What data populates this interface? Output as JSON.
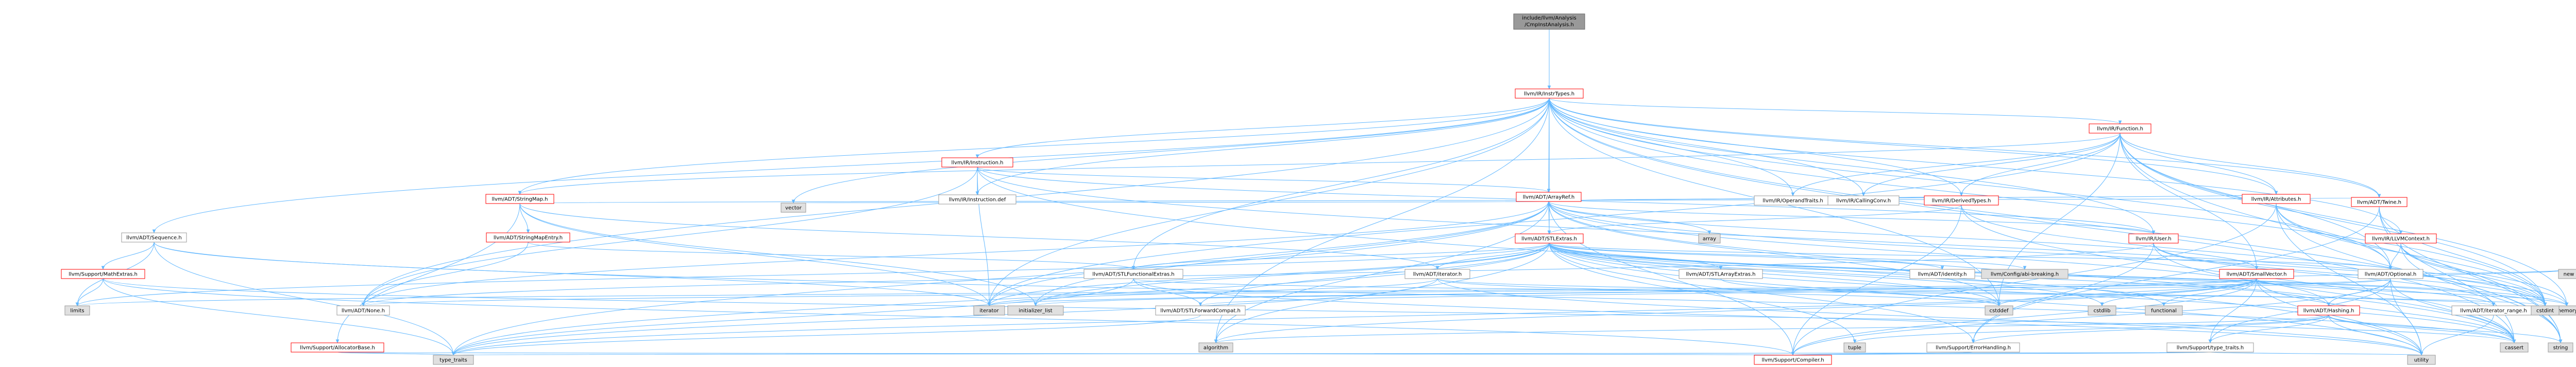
{
  "title": "llvm/include/llvm/Analysis/CmpInstAnalysis.h include dependency graph",
  "colors": {
    "root_fill": "#999999",
    "root_border": "#666666",
    "red_border": "#ff0000",
    "gray_border": "#999999",
    "white_fill": "#ffffff",
    "gray_fill": "#e0e0e0",
    "edge_color": "#63b8ff"
  },
  "nodes": [
    {
      "id": "root",
      "label": [
        "include/llvm/Analysis",
        "/CmpInstAnalysis.h"
      ],
      "kind": "root"
    },
    {
      "id": "instrtypes",
      "label": [
        "llvm/IR/InstrTypes.h"
      ],
      "kind": "red"
    },
    {
      "id": "function",
      "label": [
        "llvm/IR/Function.h"
      ],
      "kind": "red"
    },
    {
      "id": "instruction",
      "label": [
        "llvm/IR/Instruction.h"
      ],
      "kind": "red"
    },
    {
      "id": "stringmap",
      "label": [
        "llvm/ADT/StringMap.h"
      ],
      "kind": "red"
    },
    {
      "id": "arrayref",
      "label": [
        "llvm/ADT/ArrayRef.h"
      ],
      "kind": "red"
    },
    {
      "id": "operandtraits",
      "label": [
        "llvm/IR/OperandTraits.h"
      ],
      "kind": "gray"
    },
    {
      "id": "callingconv",
      "label": [
        "llvm/IR/CallingConv.h"
      ],
      "kind": "gray"
    },
    {
      "id": "derivedtypes",
      "label": [
        "llvm/IR/DerivedTypes.h"
      ],
      "kind": "red"
    },
    {
      "id": "attributes",
      "label": [
        "llvm/IR/Attributes.h"
      ],
      "kind": "red"
    },
    {
      "id": "sequence",
      "label": [
        "llvm/ADT/Sequence.h"
      ],
      "kind": "gray"
    },
    {
      "id": "instructiondef",
      "label": [
        "llvm/IR/Instruction.def"
      ],
      "kind": "gray"
    },
    {
      "id": "stlextras",
      "label": [
        "llvm/ADT/STLExtras.h"
      ],
      "kind": "red"
    },
    {
      "id": "user",
      "label": [
        "llvm/IR/User.h"
      ],
      "kind": "red"
    },
    {
      "id": "llvmcontext",
      "label": [
        "llvm/IR/LLVMContext.h"
      ],
      "kind": "red"
    },
    {
      "id": "twine",
      "label": [
        "llvm/ADT/Twine.h"
      ],
      "kind": "red"
    },
    {
      "id": "mathextras",
      "label": [
        "llvm/Support/MathExtras.h"
      ],
      "kind": "red"
    },
    {
      "id": "stringmapentry",
      "label": [
        "llvm/ADT/StringMapEntry.h"
      ],
      "kind": "red"
    },
    {
      "id": "vector",
      "label": [
        "vector"
      ],
      "kind": "gray_fill"
    },
    {
      "id": "array",
      "label": [
        "array"
      ],
      "kind": "gray_fill"
    },
    {
      "id": "stlfunctionalextras",
      "label": [
        "llvm/ADT/STLFunctionalExtras.h"
      ],
      "kind": "gray"
    },
    {
      "id": "iterator",
      "label": [
        "llvm/ADT/iterator.h"
      ],
      "kind": "gray"
    },
    {
      "id": "stlarrayextras",
      "label": [
        "llvm/ADT/STLArrayExtras.h"
      ],
      "kind": "gray"
    },
    {
      "id": "identity",
      "label": [
        "llvm/ADT/identity.h"
      ],
      "kind": "gray"
    },
    {
      "id": "configbreaking",
      "label": [
        "llvm/Config/abi-breaking.h"
      ],
      "kind": "gray_fill"
    },
    {
      "id": "smallvector",
      "label": [
        "llvm/ADT/SmallVector.h"
      ],
      "kind": "red"
    },
    {
      "id": "optional",
      "label": [
        "llvm/ADT/Optional.h"
      ],
      "kind": "gray"
    },
    {
      "id": "hashing",
      "label": [
        "llvm/ADT/Hashing.h"
      ],
      "kind": "red"
    },
    {
      "id": "iteratorrange",
      "label": [
        "llvm/ADT/iterator_range.h"
      ],
      "kind": "gray"
    },
    {
      "id": "none",
      "label": [
        "llvm/ADT/None.h"
      ],
      "kind": "gray"
    },
    {
      "id": "stlforwardcompat",
      "label": [
        "llvm/ADT/STLForwardCompat.h"
      ],
      "kind": "gray"
    },
    {
      "id": "allocatorbase",
      "label": [
        "llvm/Support/AllocatorBase.h"
      ],
      "kind": "red"
    },
    {
      "id": "limits",
      "label": [
        "limits"
      ],
      "kind": "gray_fill"
    },
    {
      "id": "iteratorstd",
      "label": [
        "iterator"
      ],
      "kind": "gray_fill"
    },
    {
      "id": "initlist",
      "label": [
        "initializer_list"
      ],
      "kind": "gray_fill"
    },
    {
      "id": "cstddef",
      "label": [
        "cstddef"
      ],
      "kind": "gray_fill"
    },
    {
      "id": "cstdlib",
      "label": [
        "cstdlib"
      ],
      "kind": "gray_fill"
    },
    {
      "id": "functional",
      "label": [
        "functional"
      ],
      "kind": "gray_fill"
    },
    {
      "id": "new",
      "label": [
        "new"
      ],
      "kind": "gray_fill"
    },
    {
      "id": "memory",
      "label": [
        "memory"
      ],
      "kind": "gray_fill"
    },
    {
      "id": "cstdint",
      "label": [
        "cstdint"
      ],
      "kind": "gray_fill"
    },
    {
      "id": "errorhandling",
      "label": [
        "llvm/Support/ErrorHandling.h"
      ],
      "kind": "gray"
    },
    {
      "id": "typetraitsllvm",
      "label": [
        "llvm/Support/type_traits.h"
      ],
      "kind": "gray"
    },
    {
      "id": "algorithm",
      "label": [
        "algorithm"
      ],
      "kind": "gray_fill"
    },
    {
      "id": "tuple",
      "label": [
        "tuple"
      ],
      "kind": "gray_fill"
    },
    {
      "id": "cassert",
      "label": [
        "cassert"
      ],
      "kind": "gray_fill"
    },
    {
      "id": "string",
      "label": [
        "string"
      ],
      "kind": "gray_fill"
    },
    {
      "id": "typetraits",
      "label": [
        "type_traits"
      ],
      "kind": "gray_fill"
    },
    {
      "id": "compiler",
      "label": [
        "llvm/Support/Compiler.h"
      ],
      "kind": "red"
    },
    {
      "id": "utility",
      "label": [
        "utility"
      ],
      "kind": "gray_fill"
    }
  ],
  "edges": [
    [
      "root",
      "instrtypes"
    ],
    [
      "instrtypes",
      "function"
    ],
    [
      "instrtypes",
      "instruction"
    ],
    [
      "instrtypes",
      "stringmap"
    ],
    [
      "instrtypes",
      "arrayref"
    ],
    [
      "instrtypes",
      "operandtraits"
    ],
    [
      "instrtypes",
      "callingconv"
    ],
    [
      "instrtypes",
      "derivedtypes"
    ],
    [
      "instrtypes",
      "attributes"
    ],
    [
      "instrtypes",
      "sequence"
    ],
    [
      "instrtypes",
      "instructiondef"
    ],
    [
      "instrtypes",
      "stlextras"
    ],
    [
      "instrtypes",
      "user"
    ],
    [
      "instrtypes",
      "llvmcontext"
    ],
    [
      "instrtypes",
      "twine"
    ],
    [
      "instrtypes",
      "optional"
    ],
    [
      "instrtypes",
      "none"
    ],
    [
      "instrtypes",
      "vector"
    ],
    [
      "instrtypes",
      "iteratorstd"
    ],
    [
      "instrtypes",
      "cstddef"
    ],
    [
      "instrtypes",
      "cstdint"
    ],
    [
      "instrtypes",
      "cassert"
    ],
    [
      "instrtypes",
      "string"
    ],
    [
      "instrtypes",
      "algorithm"
    ],
    [
      "instrtypes",
      "stlfunctionalextras"
    ],
    [
      "function",
      "operandtraits"
    ],
    [
      "function",
      "callingconv"
    ],
    [
      "function",
      "derivedtypes"
    ],
    [
      "function",
      "attributes"
    ],
    [
      "function",
      "twine"
    ],
    [
      "function",
      "optional"
    ],
    [
      "function",
      "iteratorstd"
    ],
    [
      "function",
      "cstddef"
    ],
    [
      "function",
      "cstdint"
    ],
    [
      "function",
      "memory"
    ],
    [
      "function",
      "string"
    ],
    [
      "function",
      "stringmap"
    ],
    [
      "function",
      "smallvector"
    ],
    [
      "instruction",
      "arrayref"
    ],
    [
      "instruction",
      "instructiondef"
    ],
    [
      "instruction",
      "user"
    ],
    [
      "instruction",
      "iteratorstd"
    ],
    [
      "instruction",
      "cstdint"
    ],
    [
      "instruction",
      "utility"
    ],
    [
      "instruction",
      "none"
    ],
    [
      "stringmap",
      "stringmapentry"
    ],
    [
      "stringmap",
      "iterator"
    ],
    [
      "stringmap",
      "allocatorbase"
    ],
    [
      "stringmap",
      "initlist"
    ],
    [
      "stringmap",
      "iteratorstd"
    ],
    [
      "stringmapentry",
      "none"
    ],
    [
      "stringmapentry",
      "stlfunctionalextras"
    ],
    [
      "arrayref",
      "stlextras"
    ],
    [
      "arrayref",
      "smallvector"
    ],
    [
      "arrayref",
      "none"
    ],
    [
      "arrayref",
      "hashing"
    ],
    [
      "arrayref",
      "compiler"
    ],
    [
      "arrayref",
      "algorithm"
    ],
    [
      "arrayref",
      "array"
    ],
    [
      "arrayref",
      "cassert"
    ],
    [
      "arrayref",
      "cstddef"
    ],
    [
      "arrayref",
      "initlist"
    ],
    [
      "arrayref",
      "iteratorstd"
    ],
    [
      "arrayref",
      "memory"
    ],
    [
      "arrayref",
      "typetraits"
    ],
    [
      "arrayref",
      "vector"
    ],
    [
      "derivedtypes",
      "arrayref"
    ],
    [
      "derivedtypes",
      "stlextras"
    ],
    [
      "derivedtypes",
      "cassert"
    ],
    [
      "derivedtypes",
      "cstdint"
    ],
    [
      "derivedtypes",
      "compiler"
    ],
    [
      "attributes",
      "arrayref"
    ],
    [
      "attributes",
      "optional"
    ],
    [
      "attributes",
      "cstdint"
    ],
    [
      "attributes",
      "string"
    ],
    [
      "attributes",
      "utility"
    ],
    [
      "attributes",
      "compiler"
    ],
    [
      "sequence",
      "mathextras"
    ],
    [
      "sequence",
      "cassert"
    ],
    [
      "sequence",
      "iteratorstd"
    ],
    [
      "sequence",
      "limits"
    ],
    [
      "sequence",
      "typetraits"
    ],
    [
      "mathextras",
      "compiler"
    ],
    [
      "mathextras",
      "cassert"
    ],
    [
      "mathextras",
      "limits"
    ],
    [
      "mathextras",
      "typetraits"
    ],
    [
      "stlextras",
      "stlfunctionalextras"
    ],
    [
      "stlextras",
      "iterator"
    ],
    [
      "stlextras",
      "iteratorrange"
    ],
    [
      "stlextras",
      "identity"
    ],
    [
      "stlextras",
      "stlarrayextras"
    ],
    [
      "stlextras",
      "configbreaking"
    ],
    [
      "stlextras",
      "errorhandling"
    ],
    [
      "stlextras",
      "algorithm"
    ],
    [
      "stlextras",
      "cassert"
    ],
    [
      "stlextras",
      "cstddef"
    ],
    [
      "stlextras",
      "cstdint"
    ],
    [
      "stlextras",
      "cstdlib"
    ],
    [
      "stlextras",
      "functional"
    ],
    [
      "stlextras",
      "initlist"
    ],
    [
      "stlextras",
      "iteratorstd"
    ],
    [
      "stlextras",
      "limits"
    ],
    [
      "stlextras",
      "memory"
    ],
    [
      "stlextras",
      "tuple"
    ],
    [
      "stlextras",
      "typetraits"
    ],
    [
      "stlextras",
      "utility"
    ],
    [
      "stlextras",
      "stlforwardcompat"
    ],
    [
      "stlextras",
      "hashing"
    ],
    [
      "stlextras",
      "optional"
    ],
    [
      "user",
      "iteratorrange"
    ],
    [
      "user",
      "errorhandling"
    ],
    [
      "user",
      "cassert"
    ],
    [
      "user",
      "cstdint"
    ],
    [
      "user",
      "none"
    ],
    [
      "user",
      "arrayref"
    ],
    [
      "llvmcontext",
      "cstdint"
    ],
    [
      "llvmcontext",
      "memory"
    ],
    [
      "llvmcontext",
      "string"
    ],
    [
      "llvmcontext",
      "optional"
    ],
    [
      "twine",
      "stringmap"
    ],
    [
      "twine",
      "errorhandling"
    ],
    [
      "twine",
      "cassert"
    ],
    [
      "twine",
      "cstdint"
    ],
    [
      "twine",
      "string"
    ],
    [
      "stlfunctionalextras",
      "stlforwardcompat"
    ],
    [
      "stlfunctionalextras",
      "cstdint"
    ],
    [
      "stlfunctionalextras",
      "typetraits"
    ],
    [
      "stlfunctionalextras",
      "utility"
    ],
    [
      "iterator",
      "iteratorrange"
    ],
    [
      "iterator",
      "cstddef"
    ],
    [
      "iterator",
      "iteratorstd"
    ],
    [
      "iterator",
      "typetraits"
    ],
    [
      "iterator",
      "utility"
    ],
    [
      "stlarrayextras",
      "cstddef"
    ],
    [
      "smallvector",
      "compiler"
    ],
    [
      "smallvector",
      "typetraitsllvm"
    ],
    [
      "smallvector",
      "algorithm"
    ],
    [
      "smallvector",
      "cassert"
    ],
    [
      "smallvector",
      "cstddef"
    ],
    [
      "smallvector",
      "cstdlib"
    ],
    [
      "smallvector",
      "cstring"
    ],
    [
      "smallvector",
      "functional"
    ],
    [
      "smallvector",
      "initlist"
    ],
    [
      "smallvector",
      "iteratorstd"
    ],
    [
      "smallvector",
      "limits"
    ],
    [
      "smallvector",
      "memory"
    ],
    [
      "smallvector",
      "new"
    ],
    [
      "smallvector",
      "typetraits"
    ],
    [
      "smallvector",
      "utility"
    ],
    [
      "optional",
      "hashing"
    ],
    [
      "optional",
      "none"
    ],
    [
      "optional",
      "stlforwardcompat"
    ],
    [
      "optional",
      "compiler"
    ],
    [
      "optional",
      "typetraitsllvm"
    ],
    [
      "optional",
      "cassert"
    ],
    [
      "optional",
      "new"
    ],
    [
      "optional",
      "utility"
    ],
    [
      "hashing",
      "errorhandling"
    ],
    [
      "hashing",
      "typetraitsllvm"
    ],
    [
      "hashing",
      "algorithm"
    ],
    [
      "hashing",
      "cassert"
    ],
    [
      "hashing",
      "cstring"
    ],
    [
      "hashing",
      "string"
    ],
    [
      "hashing",
      "tuple"
    ],
    [
      "hashing",
      "utility"
    ],
    [
      "iteratorrange",
      "utility"
    ],
    [
      "stlforwardcompat",
      "typetraits"
    ],
    [
      "allocatorbase",
      "compiler"
    ],
    [
      "allocatorbase",
      "typetraits"
    ],
    [
      "errorhandling",
      "compiler"
    ],
    [
      "typetraitsllvm",
      "compiler"
    ],
    [
      "typetraitsllvm",
      "typetraits"
    ],
    [
      "typetraitsllvm",
      "utility"
    ]
  ]
}
